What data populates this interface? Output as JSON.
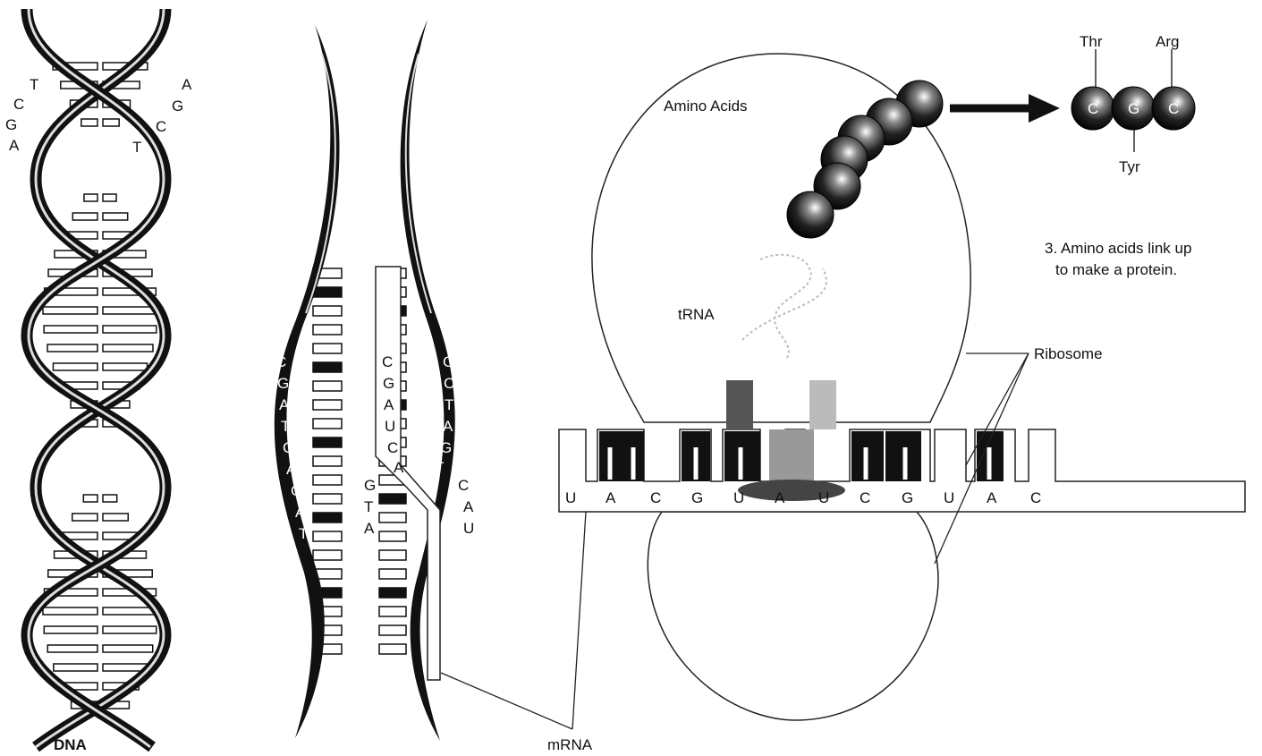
{
  "labels": {
    "dna": "DNA",
    "mrna": "mRNA",
    "trna": "tRNA",
    "ribosome": "Ribosome",
    "amino_acids": "Amino Acids",
    "step3_line1": "3. Amino acids link up",
    "step3_line2": "to make a protein."
  },
  "dna_bases": {
    "left": [
      "T",
      "C",
      "G",
      "A"
    ],
    "right": [
      "A",
      "G",
      "C",
      "T"
    ]
  },
  "strand_bases": {
    "left_strand": [
      "C",
      "G",
      "A",
      "T",
      "C",
      "A",
      "C",
      "A",
      "T"
    ],
    "rna_strand": [
      "C",
      "G",
      "A",
      "U",
      "C",
      "A"
    ],
    "right_strand": [
      "G",
      "C",
      "T",
      "A",
      "G",
      "T"
    ],
    "lower_left": [
      "G",
      "T",
      "A"
    ],
    "lower_right": [
      "C",
      "A",
      "U"
    ]
  },
  "mrna_sequence": [
    "U",
    "A",
    "C",
    "G",
    "U",
    "A",
    "U",
    "C",
    "G",
    "U",
    "A",
    "C"
  ],
  "protein": {
    "amino_acids": [
      "Thr",
      "Tyr",
      "Arg"
    ],
    "bead_letters": [
      "C",
      "G",
      "C"
    ]
  },
  "colors": {
    "strand": "#111111",
    "outline": "#222222",
    "highlight": "#e6e6e6"
  }
}
